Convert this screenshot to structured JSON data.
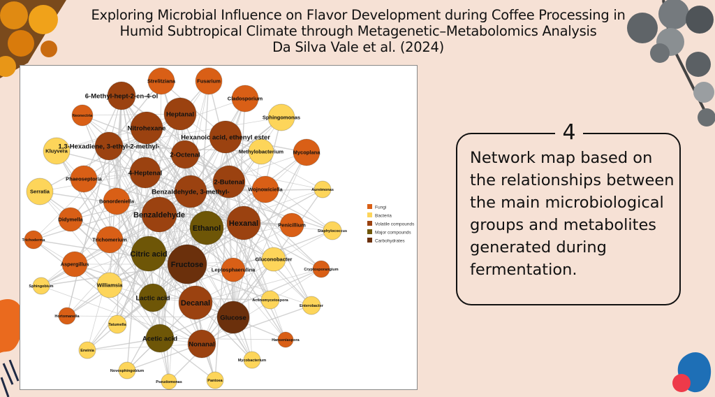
{
  "slide": {
    "title_lines": [
      "Exploring Microbial Influence on Flavor Development during Coffee Processing in",
      "Humid Subtropical Climate through Metagenetic–Metabolomics Analysis",
      "Da Silva Vale et al. (2024)"
    ],
    "note_number": "4",
    "note_text": "Network map based on the relationships between the main microbiological groups and metabolites generated during fermentation."
  },
  "colors": {
    "fungi": "#d95f16",
    "bacteria": "#fdd55a",
    "volatile": "#9b4210",
    "major": "#6e5607",
    "carbohydrates": "#6b300c",
    "edge": "#c8c8c8"
  },
  "legend": [
    {
      "group": "fungi",
      "label": "Fungi"
    },
    {
      "group": "bacteria",
      "label": "Bacteria"
    },
    {
      "group": "volatile",
      "label": "Volatile compounds"
    },
    {
      "group": "major",
      "label": "Major compounds"
    },
    {
      "group": "carbohydrates",
      "label": "Carbohydrates"
    }
  ],
  "nodes": [
    {
      "label": "Strelitziana",
      "group": "fungi"
    },
    {
      "label": "Fusarium",
      "group": "fungi"
    },
    {
      "label": "Cladosporium",
      "group": "fungi"
    },
    {
      "label": "Neonectria",
      "group": "fungi"
    },
    {
      "label": "Mycoplana",
      "group": "fungi"
    },
    {
      "label": "Phaeoseptoria",
      "group": "fungi"
    },
    {
      "label": "Wojnowiciella",
      "group": "fungi"
    },
    {
      "label": "Bonordeniella",
      "group": "fungi"
    },
    {
      "label": "Didymella",
      "group": "fungi"
    },
    {
      "label": "Penicillium",
      "group": "fungi"
    },
    {
      "label": "Trichoderma",
      "group": "fungi"
    },
    {
      "label": "Trichomerium",
      "group": "fungi"
    },
    {
      "label": "Aspergillus",
      "group": "fungi"
    },
    {
      "label": "Leptosphaerulina",
      "group": "fungi"
    },
    {
      "label": "Cryptosporangium",
      "group": "fungi"
    },
    {
      "label": "Hortomanella",
      "group": "fungi"
    },
    {
      "label": "Hanseniaspora",
      "group": "fungi"
    },
    {
      "label": "Sphingomonas",
      "group": "bacteria"
    },
    {
      "label": "Kluyvera",
      "group": "bacteria"
    },
    {
      "label": "Methylobacterium",
      "group": "bacteria"
    },
    {
      "label": "Serratia",
      "group": "bacteria"
    },
    {
      "label": "Aureimonas",
      "group": "bacteria"
    },
    {
      "label": "Staphylococcus",
      "group": "bacteria"
    },
    {
      "label": "Gluconobacter",
      "group": "bacteria"
    },
    {
      "label": "Williamsia",
      "group": "bacteria"
    },
    {
      "label": "Sphingobium",
      "group": "bacteria"
    },
    {
      "label": "Actinomycetospora",
      "group": "bacteria"
    },
    {
      "label": "Enterobacter",
      "group": "bacteria"
    },
    {
      "label": "Tatumella",
      "group": "bacteria"
    },
    {
      "label": "Erwinia",
      "group": "bacteria"
    },
    {
      "label": "Mycobacterium",
      "group": "bacteria"
    },
    {
      "label": "Novosphingobium",
      "group": "bacteria"
    },
    {
      "label": "Pseudomonas",
      "group": "bacteria"
    },
    {
      "label": "Pantoea",
      "group": "bacteria"
    },
    {
      "label": "6-Methyl-hept-2-en-4-ol",
      "group": "volatile"
    },
    {
      "label": "Heptanal",
      "group": "volatile"
    },
    {
      "label": "Nitrohexane",
      "group": "volatile"
    },
    {
      "label": "Hexanoic acid, ethenyl ester",
      "group": "volatile"
    },
    {
      "label": "1,3-Hexadiene, 3-ethyl-2-methyl-",
      "group": "volatile"
    },
    {
      "label": "2-Octenal",
      "group": "volatile"
    },
    {
      "label": "4-Heptenal",
      "group": "volatile"
    },
    {
      "label": "2-Butenal",
      "group": "volatile"
    },
    {
      "label": "Benzaldehyde, 3-methyl-",
      "group": "volatile"
    },
    {
      "label": "Benzaldehyde",
      "group": "volatile"
    },
    {
      "label": "Hexanal",
      "group": "volatile"
    },
    {
      "label": "Decanal",
      "group": "volatile"
    },
    {
      "label": "Nonanal",
      "group": "volatile"
    },
    {
      "label": "Ethanol",
      "group": "major"
    },
    {
      "label": "Citric acid",
      "group": "major"
    },
    {
      "label": "Lactic acid",
      "group": "major"
    },
    {
      "label": "Acetic acid",
      "group": "major"
    },
    {
      "label": "Fructose",
      "group": "carbohydrates"
    },
    {
      "label": "Glucose",
      "group": "carbohydrates"
    }
  ]
}
